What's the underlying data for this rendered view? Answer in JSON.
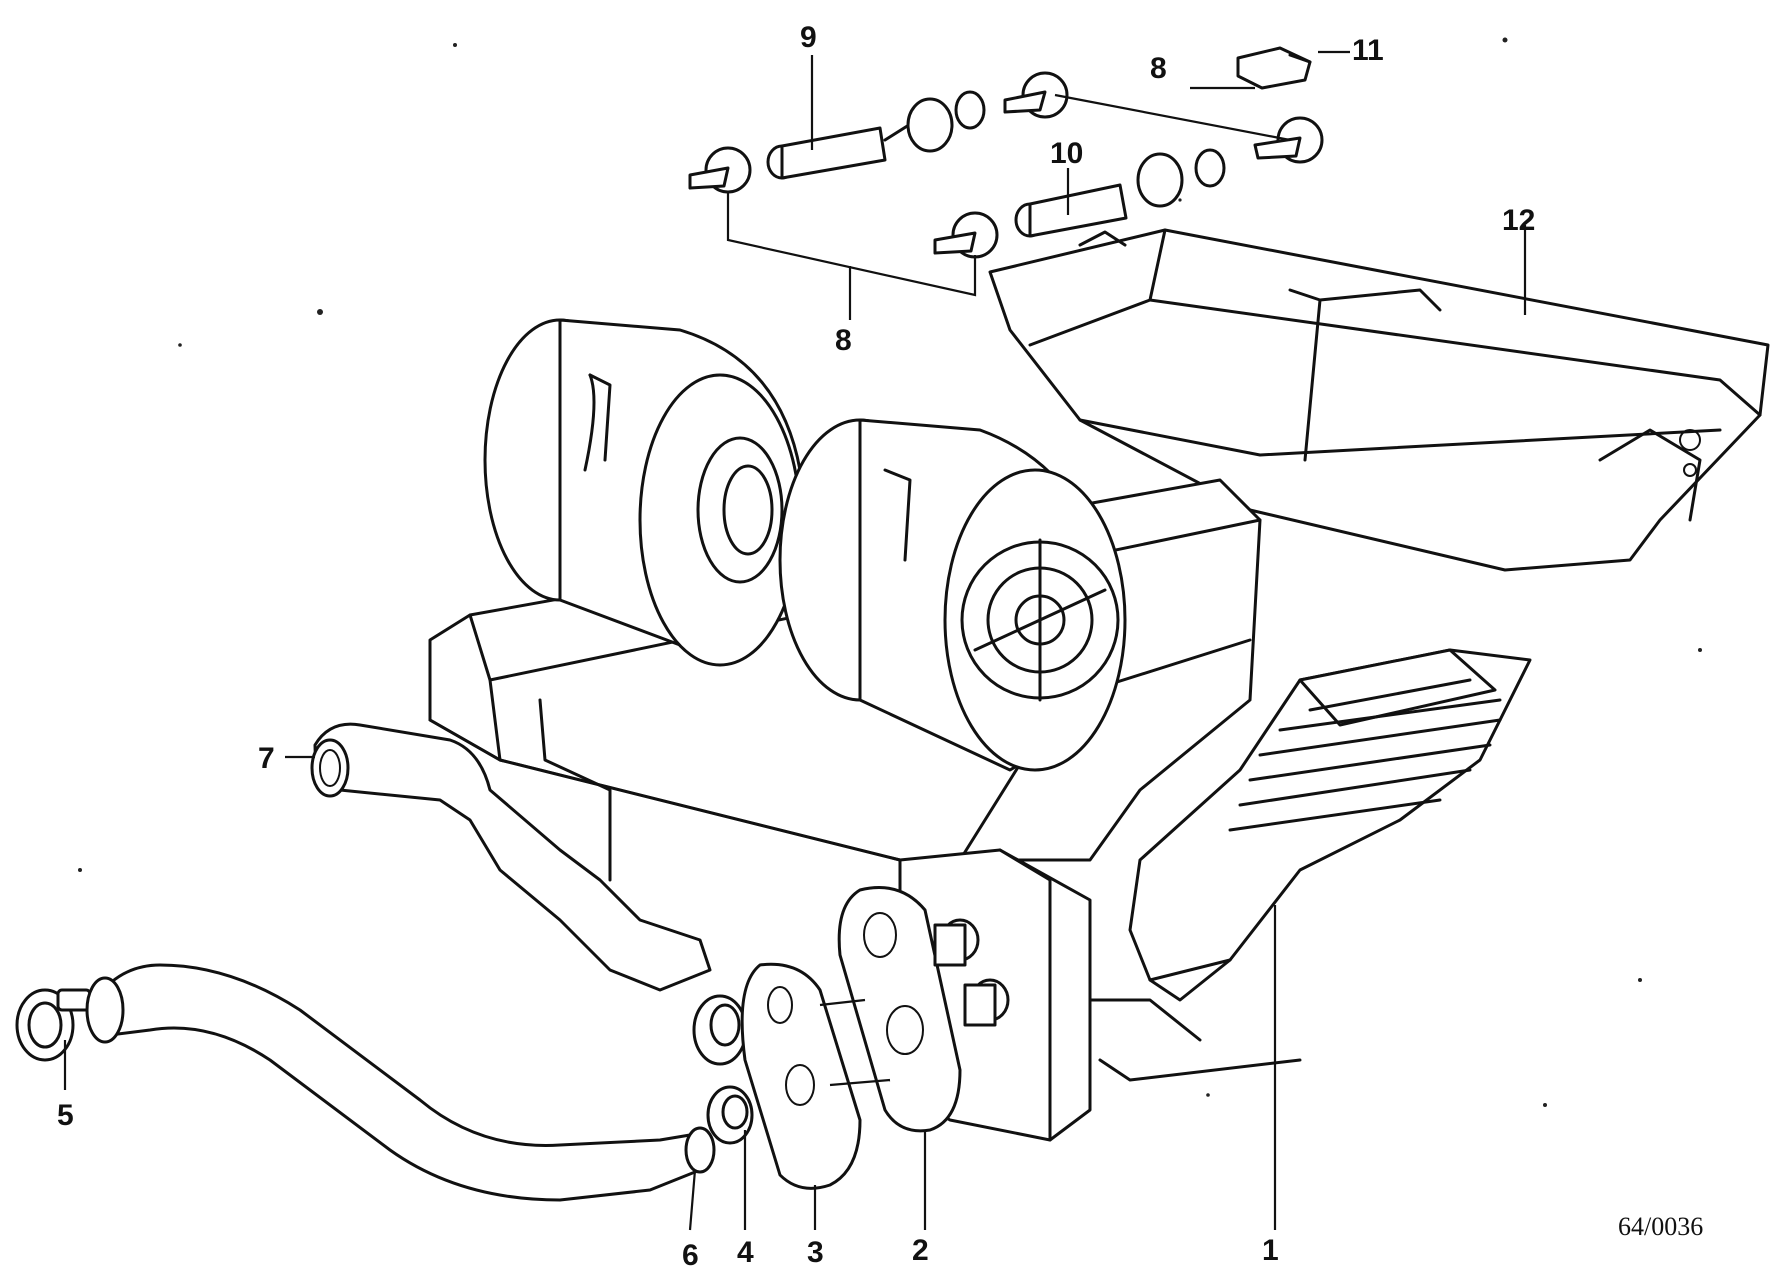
{
  "diagram": {
    "reference_code": "64/0036",
    "callouts": [
      {
        "id": "1",
        "label": "1"
      },
      {
        "id": "2",
        "label": "2"
      },
      {
        "id": "3",
        "label": "3"
      },
      {
        "id": "4",
        "label": "4"
      },
      {
        "id": "5",
        "label": "5"
      },
      {
        "id": "6",
        "label": "6"
      },
      {
        "id": "7",
        "label": "7"
      },
      {
        "id": "8a",
        "label": "8"
      },
      {
        "id": "8b",
        "label": "8"
      },
      {
        "id": "9",
        "label": "9"
      },
      {
        "id": "10",
        "label": "10"
      },
      {
        "id": "11",
        "label": "11"
      },
      {
        "id": "12",
        "label": "12"
      }
    ]
  }
}
